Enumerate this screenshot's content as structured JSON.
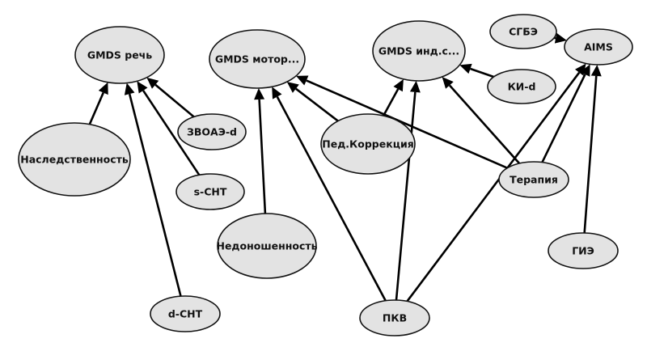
{
  "diagram": {
    "type": "directed-graph",
    "node_fill": "#e3e3e3",
    "node_stroke": "#111111",
    "edge_color": "#000000",
    "nodes": [
      {
        "id": "gmds_speech",
        "label": "GMDS речь"
      },
      {
        "id": "heredity",
        "label": "Наследственность"
      },
      {
        "id": "zvoae_d",
        "label": "ЗВОАЭ-d"
      },
      {
        "id": "s_cht",
        "label": "s-CHT"
      },
      {
        "id": "d_cht",
        "label": "d-CHT"
      },
      {
        "id": "gmds_motor",
        "label": "GMDS мотор..."
      },
      {
        "id": "premature",
        "label": "Недоношенность"
      },
      {
        "id": "ped_correction",
        "label": "Пед.Коррекция"
      },
      {
        "id": "gmds_ind",
        "label": "GMDS инд.с..."
      },
      {
        "id": "ki_d",
        "label": "КИ-d"
      },
      {
        "id": "sgbe",
        "label": "СГБЭ"
      },
      {
        "id": "aims",
        "label": "AIMS"
      },
      {
        "id": "therapy",
        "label": "Терапия"
      },
      {
        "id": "gie",
        "label": "ГИЭ"
      },
      {
        "id": "pkv",
        "label": "ПКВ"
      }
    ],
    "edges": [
      {
        "from": "heredity",
        "to": "gmds_speech"
      },
      {
        "from": "d_cht",
        "to": "gmds_speech"
      },
      {
        "from": "s_cht",
        "to": "gmds_speech"
      },
      {
        "from": "zvoae_d",
        "to": "gmds_speech"
      },
      {
        "from": "premature",
        "to": "gmds_motor"
      },
      {
        "from": "pkv",
        "to": "gmds_motor"
      },
      {
        "from": "ped_correction",
        "to": "gmds_motor"
      },
      {
        "from": "therapy",
        "to": "gmds_motor"
      },
      {
        "from": "ped_correction",
        "to": "gmds_ind"
      },
      {
        "from": "pkv",
        "to": "gmds_ind"
      },
      {
        "from": "therapy",
        "to": "gmds_ind"
      },
      {
        "from": "ki_d",
        "to": "gmds_ind"
      },
      {
        "from": "sgbe",
        "to": "aims"
      },
      {
        "from": "pkv",
        "to": "aims"
      },
      {
        "from": "therapy",
        "to": "aims"
      },
      {
        "from": "gie",
        "to": "aims"
      }
    ]
  }
}
